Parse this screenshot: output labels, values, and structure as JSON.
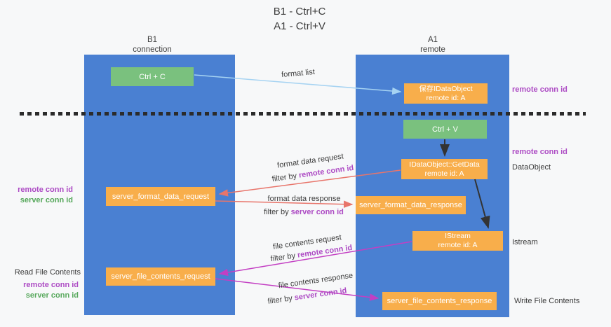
{
  "title": {
    "line1": "B1 - Ctrl+C",
    "line2": "A1 - Ctrl+V"
  },
  "lanes": {
    "left": {
      "name": "B1",
      "role": "connection"
    },
    "right": {
      "name": "A1",
      "role": "remote"
    }
  },
  "boxes": {
    "ctrl_c": "Ctrl + C",
    "ctrl_v": "Ctrl + V",
    "save_dataobject": {
      "line1": "保存IDataObject",
      "line2": "remote id: A"
    },
    "getdata": {
      "line1": "IDataObject::GetData",
      "line2": "remote id: A"
    },
    "istream": {
      "line1": "IStream",
      "line2": "remote id: A"
    },
    "server_format_data_request": "server_format_data_request",
    "server_format_data_response": "server_format_data_response",
    "server_file_contents_request": "server_file_contents_request",
    "server_file_contents_response": "server_file_contents_response"
  },
  "flow_labels": {
    "format_list": "format list",
    "format_data_request": "format data request",
    "filter_remote_1": {
      "prefix": "filter by ",
      "highlight": "remote conn id"
    },
    "format_data_response": "format data response",
    "filter_server_1": {
      "prefix": "filter by ",
      "highlight": "server conn id"
    },
    "file_contents_request": "file contents request",
    "filter_remote_2": {
      "prefix": "filter by ",
      "highlight": "remote conn id"
    },
    "file_contents_response": "file contents response",
    "filter_server_2": {
      "prefix": "filter by ",
      "highlight": "server conn id"
    }
  },
  "side_labels": {
    "right_remote_conn_id_1": "remote conn id",
    "right_remote_conn_id_2": "remote conn id",
    "dataobject": "DataObject",
    "istream": "Istream",
    "write_file_contents": "Write File Contents",
    "left_remote_conn_id_1": "remote conn id",
    "left_server_conn_id_1": "server conn id",
    "read_file_contents": "Read File Contents",
    "left_remote_conn_id_2": "remote conn id",
    "left_server_conn_id_2": "server conn id"
  },
  "colors": {
    "lane_blue": "#4a80d2",
    "box_green": "#7ac17e",
    "box_orange": "#f8ae4b",
    "arrow_light_blue": "#a6d3f2",
    "arrow_black": "#333333",
    "arrow_red": "#e8756b",
    "arrow_magenta": "#c33fc3",
    "text_purple": "#ad4bc4",
    "text_green": "#57a85c",
    "text_dark": "#3c3c3c"
  }
}
